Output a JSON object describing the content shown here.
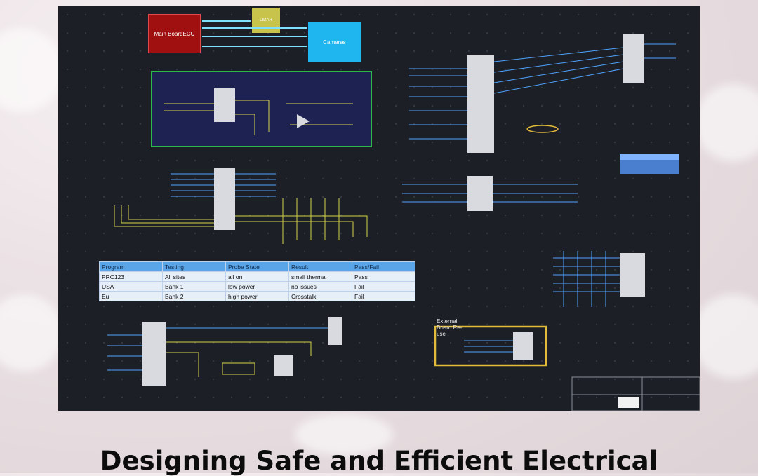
{
  "diagram": {
    "blocks": {
      "main_board": "Main BoardECU",
      "lidar": "LIDAR",
      "cameras": "Cameras"
    },
    "table": {
      "headers": [
        "Program",
        "Testing",
        "Probe State",
        "Result",
        "Pass/Fail"
      ],
      "rows": [
        [
          "PRC123",
          "All sites",
          "all on",
          "small thermal",
          "Pass"
        ],
        [
          "USA",
          "Bank 1",
          "low power",
          "no issues",
          "Fail"
        ],
        [
          "Eu",
          "Bank 2",
          "high power",
          "Crosstalk",
          "Fail"
        ]
      ]
    },
    "external_label": "External Board Re- use",
    "colors": {
      "canvas": "#1c1f26",
      "main_board": "#a01010",
      "lidar": "#c8c34a",
      "cameras": "#1fb6f0",
      "wire_primary": "#4fa3ff",
      "wire_secondary": "#d4d24a",
      "highlight_green": "#2fb84a",
      "highlight_gold": "#e2bb3a"
    }
  },
  "headline": "Designing Safe and Efficient Electrical"
}
